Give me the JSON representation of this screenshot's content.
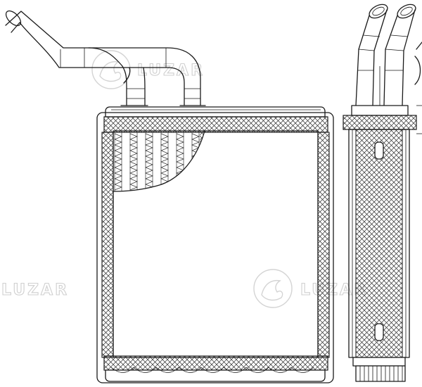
{
  "watermark": {
    "brand": "LUZAR",
    "brand_color": "#cfcfcf",
    "mark_icon": "griffin-logo-icon"
  },
  "drawing": {
    "line_color": "#1a1a1a",
    "background": "#ffffff",
    "views": [
      "front-view",
      "side-view"
    ]
  }
}
